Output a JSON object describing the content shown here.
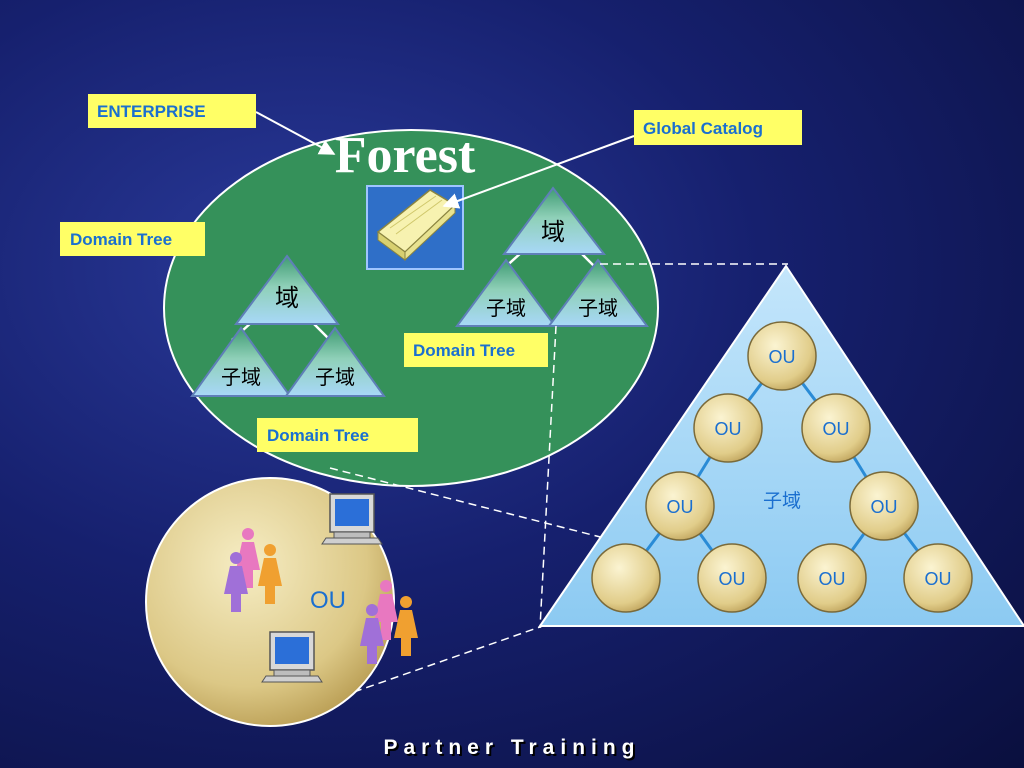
{
  "diagram": {
    "forest_title": "Forest",
    "callouts": {
      "enterprise": "ENTERPRISE",
      "global_catalog": "Global Catalog",
      "domain_tree_left": "Domain Tree",
      "domain_tree_center": "Domain Tree",
      "domain_tree_bottom": "Domain Tree"
    },
    "left_tree": {
      "root": "域",
      "child_left": "子域",
      "child_right": "子域"
    },
    "right_tree": {
      "root": "域",
      "child_left": "子域",
      "child_right": "子域"
    },
    "ou_pyramid": {
      "center_label": "子域",
      "nodes": [
        "OU",
        "OU",
        "OU",
        "OU",
        "OU",
        "",
        "OU",
        "OU",
        "OU"
      ]
    },
    "ou_circle_label": "OU"
  },
  "footer": {
    "text": "Partner Training"
  },
  "colors": {
    "forest_green": "#35915a",
    "callout_yellow": "#ffff66",
    "callout_text": "#1a6fd0",
    "triangle_blue": "#8fcaf0",
    "ou_circle_tan": "#d8c27c"
  }
}
